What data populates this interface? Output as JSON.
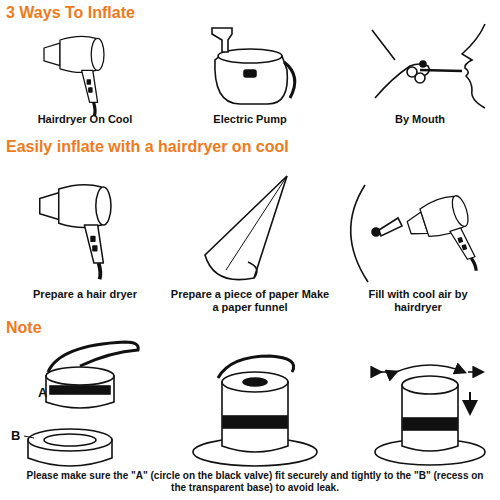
{
  "diagram": {
    "title": "3 Ways To Inflate",
    "labels": [
      "Hairdryer On Cool",
      "Electric Pump",
      "By Mouth",
      "Easily inflate with a hairdryer on cool",
      "Prepare a hair dryer",
      "Prepare a piece of paper Make a paper funnel",
      "Fill with cool air by hairdryer",
      "Note",
      "A",
      "B",
      "Please make sure the \"A\" (circle on the black valve) fit securely and tightly to the \"B\" (recess on the transparent base) to avoid leak."
    ]
  }
}
